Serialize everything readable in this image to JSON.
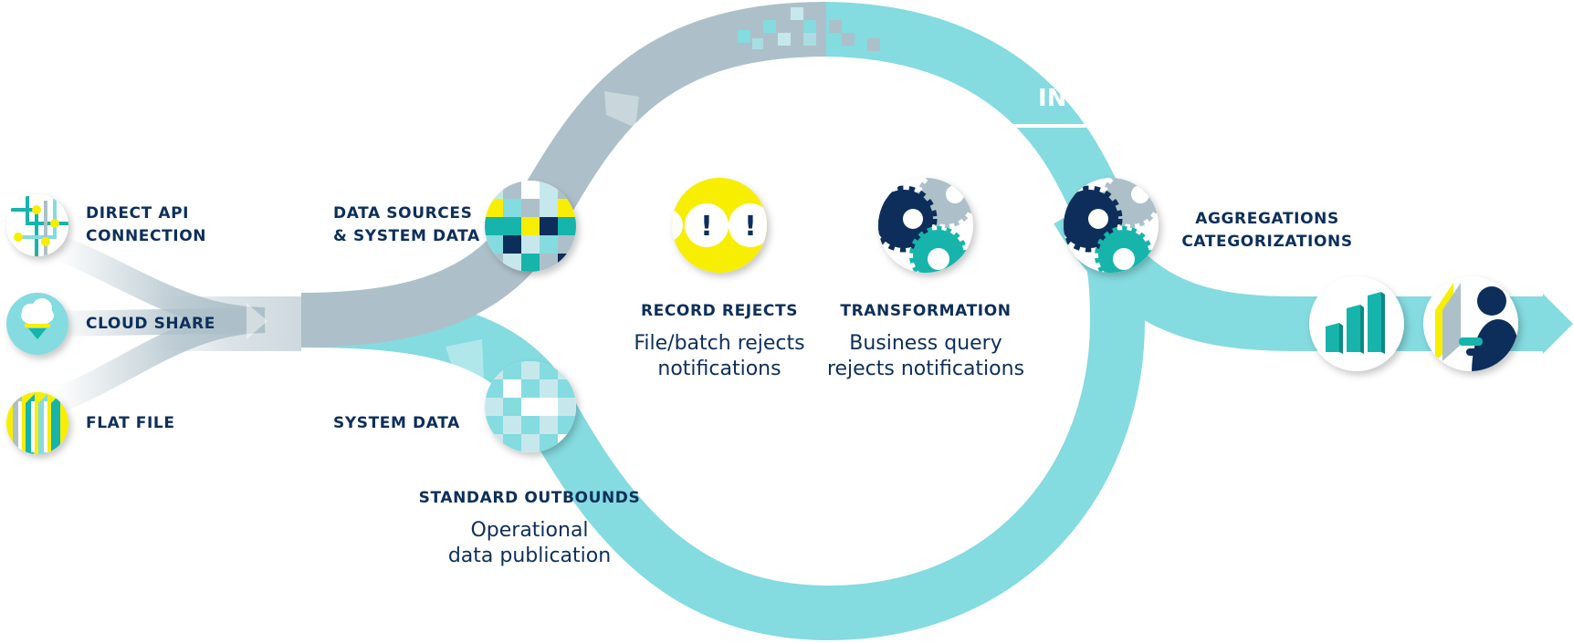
{
  "colors": {
    "teal": "#84dbe0",
    "gray": "#adc0c9",
    "navy": "#0d2f5a",
    "yellow": "#f7ee00",
    "dark_teal": "#14b4ab",
    "white": "#ffffff"
  },
  "inputs": [
    {
      "icon": "circuit-icon",
      "line1": "DIRECT API",
      "line2": "CONNECTION"
    },
    {
      "icon": "cloud-upload-icon",
      "line1": "CLOUD SHARE",
      "line2": ""
    },
    {
      "icon": "stacked-files-icon",
      "line1": "FLAT FILE",
      "line2": ""
    }
  ],
  "nodes": {
    "data_sources": {
      "icon": "data-mosaic-icon",
      "line1": "DATA SOURCES",
      "line2": "& SYSTEM DATA"
    },
    "system_data": {
      "icon": "system-data-mosaic-icon",
      "line1": "SYSTEM DATA"
    },
    "standard_outbounds": {
      "title": "STANDARD OUTBOUNDS",
      "desc1": "Operational",
      "desc2": "data publication"
    },
    "record_rejects": {
      "icon": "alert-icon",
      "title": "RECORD REJECTS",
      "desc1": "File/batch rejects",
      "desc2": "notifications"
    },
    "transformation": {
      "icon": "gears-icon",
      "title": "TRANSFORMATION",
      "desc1": "Business query",
      "desc2": "rejects notifications"
    },
    "aggregations": {
      "icon": "gears-icon",
      "line1": "AGGREGATIONS",
      "line2": "CATEGORIZATIONS"
    },
    "loop_label": "IN"
  },
  "outputs": [
    {
      "icon": "bar-chart-icon"
    },
    {
      "icon": "user-screen-icon"
    }
  ]
}
